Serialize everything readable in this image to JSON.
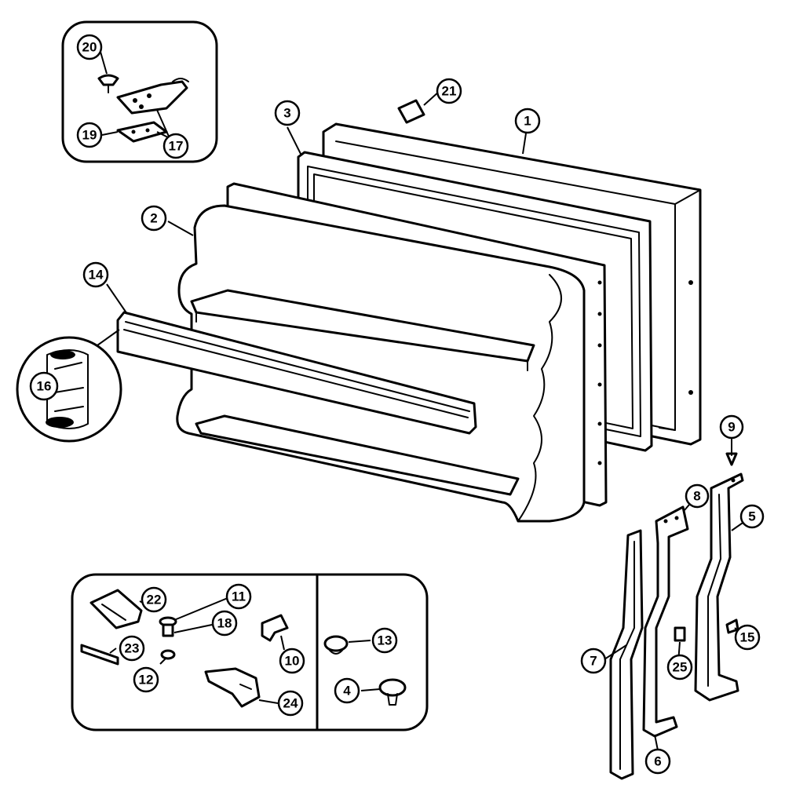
{
  "diagram": {
    "callouts": [
      {
        "id": "c20",
        "label": "20"
      },
      {
        "id": "c19",
        "label": "19"
      },
      {
        "id": "c17",
        "label": "17"
      },
      {
        "id": "c21",
        "label": "21"
      },
      {
        "id": "c1",
        "label": "1"
      },
      {
        "id": "c3",
        "label": "3"
      },
      {
        "id": "c2",
        "label": "2"
      },
      {
        "id": "c14",
        "label": "14"
      },
      {
        "id": "c16",
        "label": "16"
      },
      {
        "id": "c9",
        "label": "9"
      },
      {
        "id": "c8",
        "label": "8"
      },
      {
        "id": "c5",
        "label": "5"
      },
      {
        "id": "c22",
        "label": "22"
      },
      {
        "id": "c11",
        "label": "11"
      },
      {
        "id": "c18",
        "label": "18"
      },
      {
        "id": "c23",
        "label": "23"
      },
      {
        "id": "c10",
        "label": "10"
      },
      {
        "id": "c12",
        "label": "12"
      },
      {
        "id": "c24",
        "label": "24"
      },
      {
        "id": "c13",
        "label": "13"
      },
      {
        "id": "c4",
        "label": "4"
      },
      {
        "id": "c15",
        "label": "15"
      },
      {
        "id": "c25",
        "label": "25"
      },
      {
        "id": "c7",
        "label": "7"
      },
      {
        "id": "c6",
        "label": "6"
      }
    ]
  }
}
